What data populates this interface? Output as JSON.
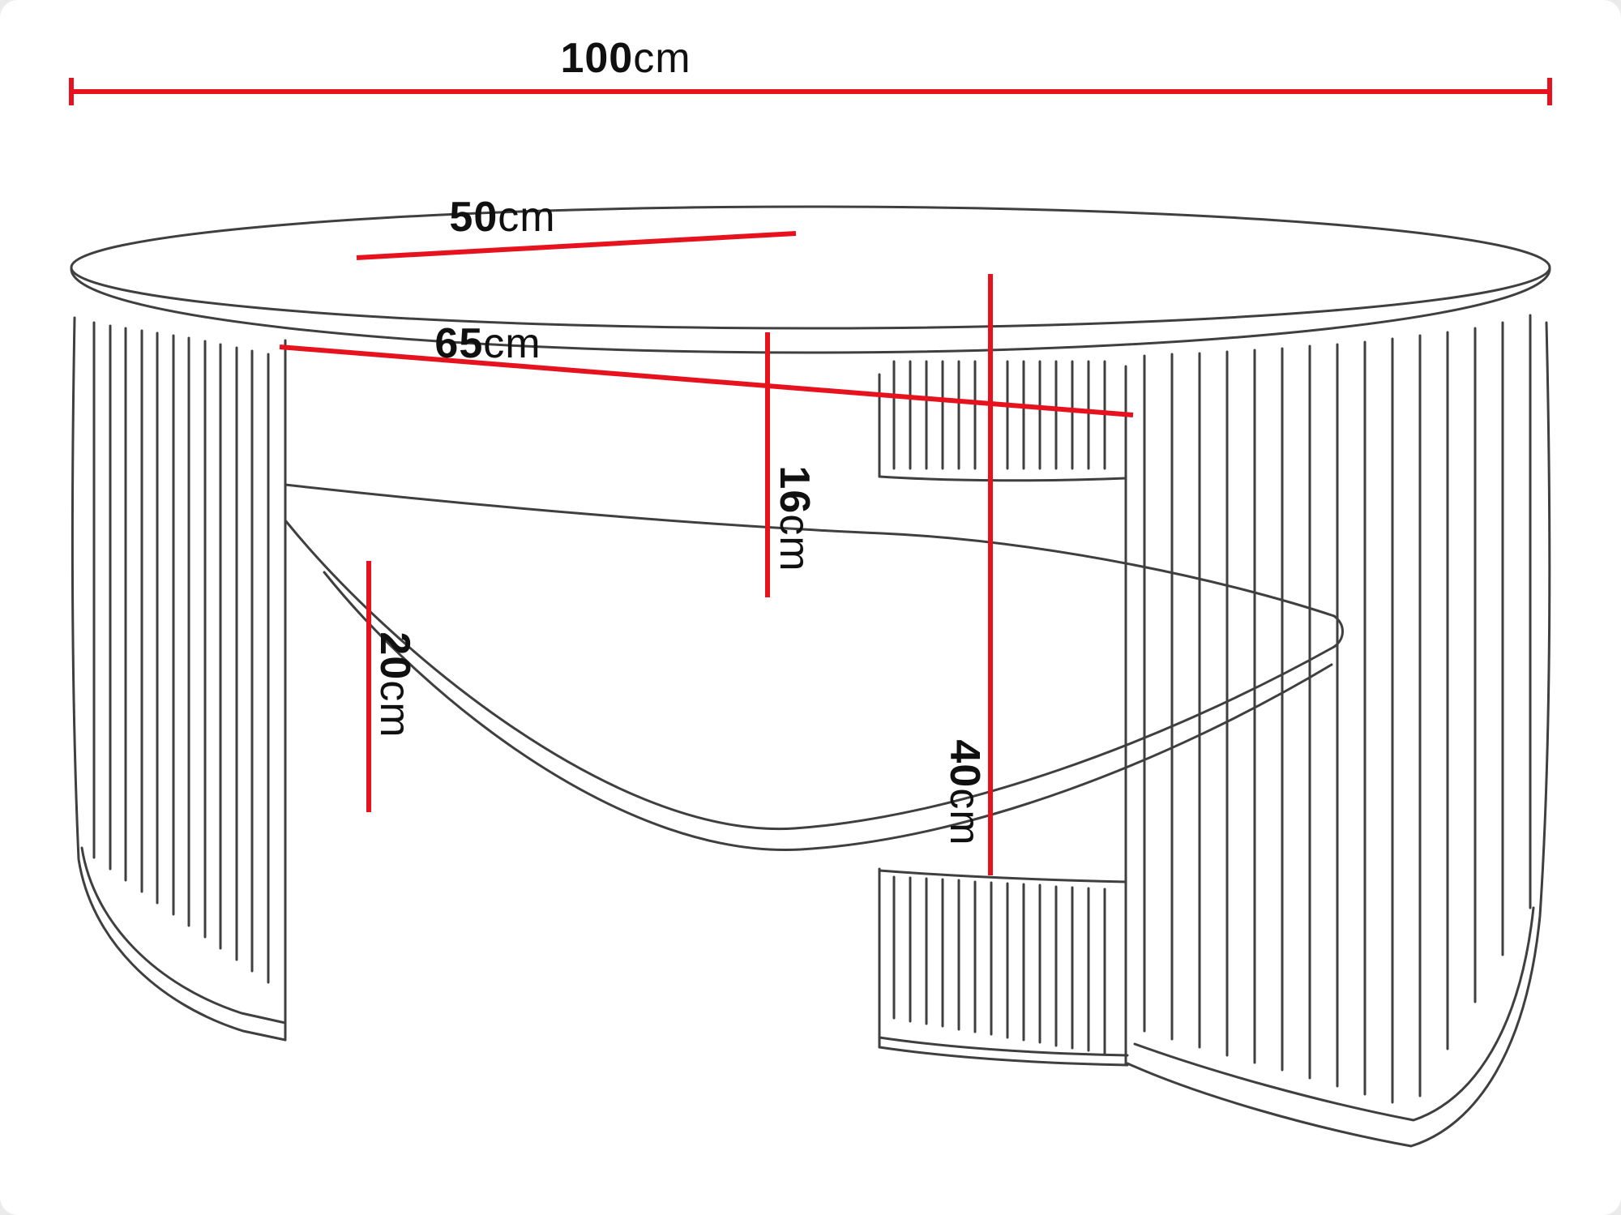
{
  "page": {
    "background": "#ebebeb",
    "canvas_background": "#ffffff"
  },
  "diagram": {
    "kind": "furniture dimension drawing",
    "subject": "oval coffee table with fluted curved bases and a lower shelf",
    "line_color": "#3f3f3f",
    "dimension_color": "#e6131f",
    "text_color": "#101010",
    "dimensions": {
      "width": {
        "value": "100",
        "unit": "cm"
      },
      "depth": {
        "value": "50",
        "unit": "cm"
      },
      "shelf_width": {
        "value": "65",
        "unit": "cm"
      },
      "clearance": {
        "value": "16",
        "unit": "cm"
      },
      "base_height": {
        "value": "20",
        "unit": "cm"
      },
      "height": {
        "value": "40",
        "unit": "cm"
      }
    }
  }
}
